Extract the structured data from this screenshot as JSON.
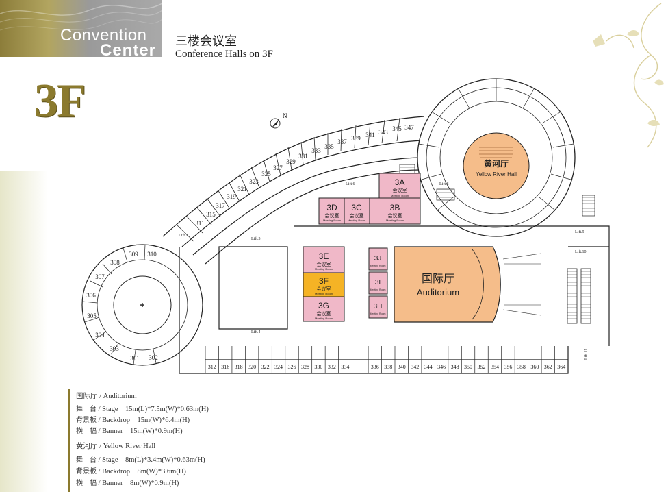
{
  "header": {
    "brand_line1": "Convention",
    "brand_line2": "Center",
    "title_cn": "三楼会议室",
    "title_en": "Conference Halls on 3F",
    "floor": "3F"
  },
  "compass": {
    "label": "N"
  },
  "rooms": {
    "3A": {
      "code": "3A",
      "cn": "会议室",
      "en": "Meeting Room"
    },
    "3B": {
      "code": "3B",
      "cn": "会议室",
      "en": "Meeting Room"
    },
    "3C": {
      "code": "3C",
      "cn": "会议室",
      "en": "Meeting Room"
    },
    "3D": {
      "code": "3D",
      "cn": "会议室",
      "en": "Meeting Room"
    },
    "3E": {
      "code": "3E",
      "cn": "会议室",
      "en": "Meeting Room"
    },
    "3F": {
      "code": "3F",
      "cn": "会议室",
      "en": "Meeting Room"
    },
    "3G": {
      "code": "3G",
      "cn": "会议室",
      "en": "Meeting Room"
    },
    "3J": {
      "code": "3J",
      "en": "Meeting Room"
    },
    "3I": {
      "code": "3I",
      "en": "Meeting Room"
    },
    "3H": {
      "code": "3H",
      "en": "Meeting Room"
    }
  },
  "halls": {
    "auditorium": {
      "cn": "国际厅",
      "en": "Auditorium"
    },
    "yellow_river": {
      "cn": "黄河厅",
      "en": "Yellow River Hall"
    }
  },
  "lifts": [
    "Lift.1",
    "Lift.3",
    "Lift.4",
    "Lift.6",
    "Lift.8",
    "Lift.9",
    "Lift.10",
    "Lift.11"
  ],
  "guest_rooms": {
    "arc": [
      "311",
      "315",
      "317",
      "319",
      "321",
      "323",
      "325",
      "327",
      "329",
      "331",
      "333",
      "335",
      "337",
      "339",
      "341",
      "343",
      "345",
      "347"
    ],
    "circle": [
      "301",
      "302",
      "303",
      "304",
      "305",
      "306",
      "307",
      "308",
      "309",
      "310"
    ],
    "bottom_row": [
      "312",
      "316",
      "318",
      "320",
      "322",
      "324",
      "326",
      "328",
      "330",
      "332",
      "334",
      "336",
      "338",
      "340",
      "342",
      "344",
      "346",
      "348",
      "350",
      "352",
      "354",
      "356",
      "358",
      "360",
      "362",
      "364"
    ]
  },
  "legend": {
    "auditorium_title": "国际厅 / Auditorium",
    "auditorium_specs": [
      {
        "cn": "舞　台",
        "text": " / Stage　15m(L)*7.5m(W)*0.63m(H)"
      },
      {
        "cn": "背景板",
        "text": " / Backdrop　15m(W)*6.4m(H)"
      },
      {
        "cn": "横　幅",
        "text": " / Banner　15m(W)*0.9m(H)"
      }
    ],
    "yellow_title": "黄河厅 / Yellow River Hall",
    "yellow_specs": [
      {
        "cn": "舞　台",
        "text": " / Stage　8m(L)*3.4m(W)*0.63m(H)"
      },
      {
        "cn": "背景板",
        "text": " / Backdrop　8m(W)*3.6m(H)"
      },
      {
        "cn": "横　幅",
        "text": " / Banner　8m(W)*0.9m(H)"
      }
    ]
  },
  "colors": {
    "meeting_pink": "#f0b8c8",
    "highlight_yellow": "#f5b325",
    "auditorium_orange": "#f5bd8a",
    "gold": "#8b7a2e"
  }
}
